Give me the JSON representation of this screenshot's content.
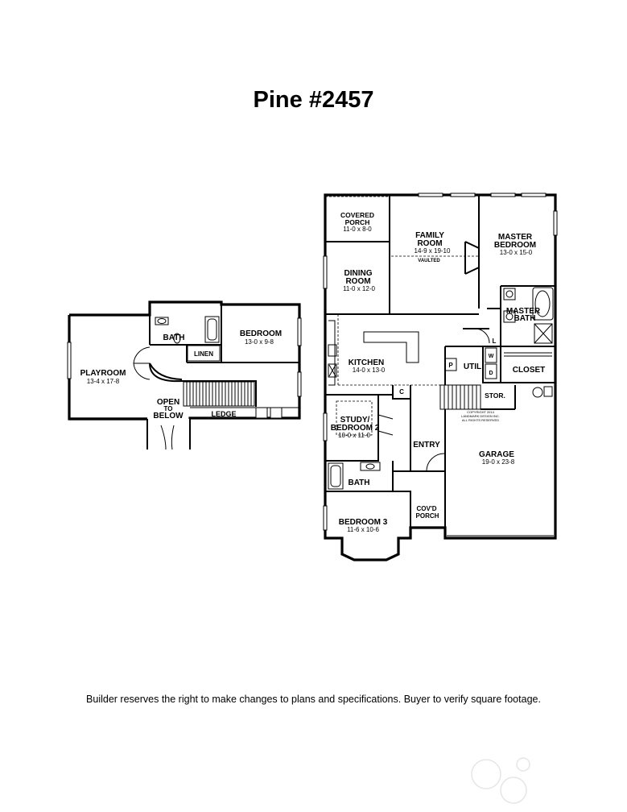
{
  "title": "Pine #2457",
  "disclaimer": "Builder reserves the right to make changes  to plans and specifications.  Buyer to verify square footage.",
  "upper_floor": {
    "playroom": {
      "name": "PLAYROOM",
      "dim": "13-4 x 17-8"
    },
    "bath": "BATH",
    "linen": "LINEN",
    "bedroom": {
      "name": "BEDROOM",
      "dim": "13-0 x 9-8"
    },
    "open_to_below": [
      "OPEN",
      "TO",
      "BELOW"
    ],
    "ledge": "LEDGE"
  },
  "main_floor": {
    "covered_porch": {
      "name": [
        "COVERED",
        "PORCH"
      ],
      "dim": "11-0 x 8-0"
    },
    "family_room": {
      "name": [
        "FAMILY",
        "ROOM"
      ],
      "dim": "14-9 x 19-10",
      "note": "VAULTED"
    },
    "master_bedroom": {
      "name": [
        "MASTER",
        "BEDROOM"
      ],
      "dim": "13-0 x 15-0"
    },
    "dining_room": {
      "name": [
        "DINING",
        "ROOM"
      ],
      "dim": "11-0 x 12-0"
    },
    "master_bath": [
      "MASTER",
      "BATH"
    ],
    "kitchen": {
      "name": "KITCHEN",
      "dim": "14-0 x 13-0"
    },
    "l": "L",
    "p": "P",
    "util": "UTIL",
    "w": "W",
    "d": "D",
    "closet": "CLOSET",
    "c": "C",
    "stor": "STOR.",
    "study": {
      "name": [
        "STUDY/",
        "BEDROOM 2"
      ],
      "dim": "10-0 x 11-0"
    },
    "entry": "ENTRY",
    "garage": {
      "name": "GARAGE",
      "dim": "19-0 x 23-8"
    },
    "bath": "BATH",
    "covd_porch": [
      "COV'D",
      "PORCH"
    ],
    "bedroom3": {
      "name": "BEDROOM 3",
      "dim": "11-6 x 10-6"
    },
    "copyright": [
      "COPYRIGHT 2014",
      "LANDMARK DESIGN INC.",
      "ALL RIGHTS RESERVED"
    ]
  }
}
